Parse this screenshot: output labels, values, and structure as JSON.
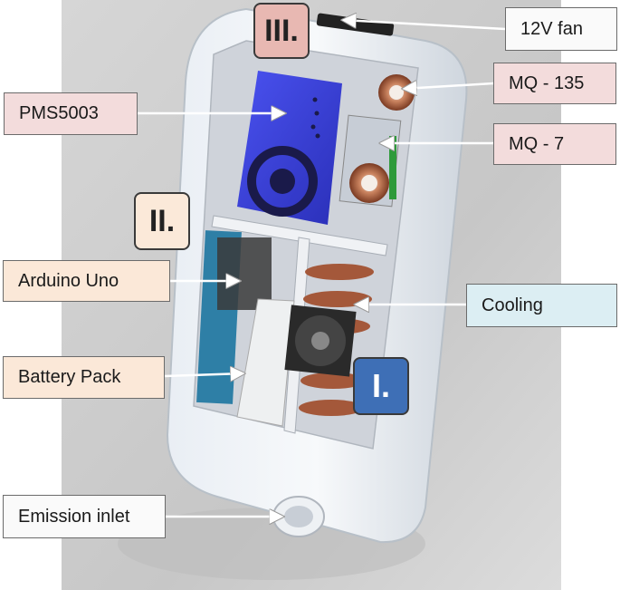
{
  "labels": {
    "fan": "12V fan",
    "mq135": "MQ - 135",
    "pms": "PMS5003",
    "mq7": "MQ - 7",
    "arduino": "Arduino Uno",
    "cooling": "Cooling",
    "battery": "Battery Pack",
    "inlet": "Emission inlet"
  },
  "sections": {
    "s3": "III.",
    "s2": "II.",
    "s1": "I."
  },
  "colors": {
    "label_pink": "#f3dcdc",
    "label_peach": "#fbe8d8",
    "label_cyan": "#dceef3",
    "section_blue": "#3e6fb6",
    "section_pink": "#e8b8b2",
    "pms_blue": "#3a3fd8"
  }
}
